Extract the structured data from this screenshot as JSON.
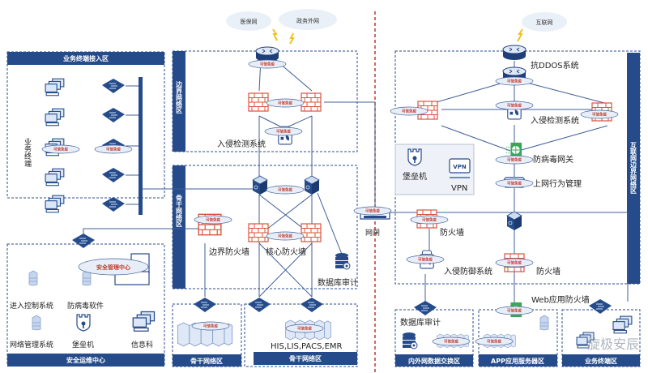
{
  "badge": "可信免疫",
  "clouds": {
    "medical_insurance": "医保网",
    "gov_extranet": "政务外网",
    "internet": "互联网"
  },
  "zones": {
    "terminal_access": "业务终端接入区",
    "terminal_side": "业务终端",
    "border": "边界网络区",
    "backbone": "骨干网络区",
    "security_ops": "安全运维中心",
    "backbone_bottom_1": "骨干网络区",
    "backbone_bottom_2": "骨干网络区",
    "internet_border": "互联网边界网络区",
    "data_exchange": "内外网数据交换区",
    "app_servers": "APP应用服务器区",
    "business_terminal": "业务终端区"
  },
  "labels": {
    "ids_left": "入侵检测系统",
    "border_firewall": "边界防火墙",
    "core_firewall": "核心防火墙",
    "db_audit_left": "数据库审计",
    "his": "HIS,LIS,PACS,EMR",
    "security_center": "安全管理中心",
    "access_control": "进入控制系统",
    "antivirus_software": "防病毒软件",
    "network_mgmt": "网络管理系统",
    "bastion_left": "堡垒机",
    "info_dept": "信息科",
    "gatekeeper": "网闸",
    "anti_ddos": "抗DDOS系统",
    "ids_right": "入侵检测系统",
    "antivirus_gateway": "防病毒网关",
    "behavior_mgmt": "上网行为管理",
    "bastion_right": "堡垒机",
    "vpn": "VPN",
    "vpn_icon_text": "VPN",
    "firewall_right_1": "防火墙",
    "firewall_right_2": "防火墙",
    "ips": "入侵防御系统",
    "waf": "Web应用防火墙",
    "db_audit_right": "数据库审计"
  },
  "watermark": "旋极安辰",
  "colors": {
    "zone_blue": "#254b8a",
    "firewall_red": "#d9533f",
    "divider_red": "#c0392b",
    "bolt": "#f2c21b"
  }
}
